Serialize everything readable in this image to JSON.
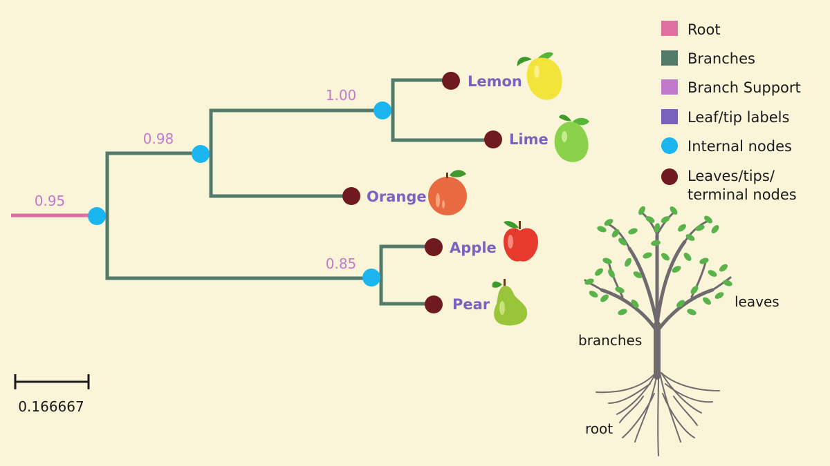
{
  "colors": {
    "background": "#faf5d9",
    "root": "#de6f9f",
    "branches": "#527a6b",
    "branch_support": "#c17acb",
    "leaf_labels": "#7a62c0",
    "internal_nodes": "#1bb5ef",
    "leaf_nodes": "#6e1a1e",
    "text": "#1a1a1a"
  },
  "tree": {
    "root_support": "0.95",
    "supports": {
      "citrus_group": "0.98",
      "lemon_lime": "1.00",
      "apple_pear": "0.85"
    },
    "leaves": {
      "lemon": "Lemon",
      "lime": "Lime",
      "orange": "Orange",
      "apple": "Apple",
      "pear": "Pear"
    }
  },
  "scale_bar": {
    "label": "0.166667"
  },
  "legend": {
    "root": "Root",
    "branches": "Branches",
    "branch_support": "Branch Support",
    "leaf_tip_labels": "Leaf/tip labels",
    "internal_nodes": "Internal nodes",
    "leaves_line1": "Leaves/tips/",
    "leaves_line2": "terminal nodes"
  },
  "illustration": {
    "leaves": "leaves",
    "branches": "branches",
    "root": "root"
  },
  "icons": [
    "lemon-icon",
    "lime-icon",
    "orange-icon",
    "apple-icon",
    "pear-icon",
    "tree-illustration"
  ]
}
